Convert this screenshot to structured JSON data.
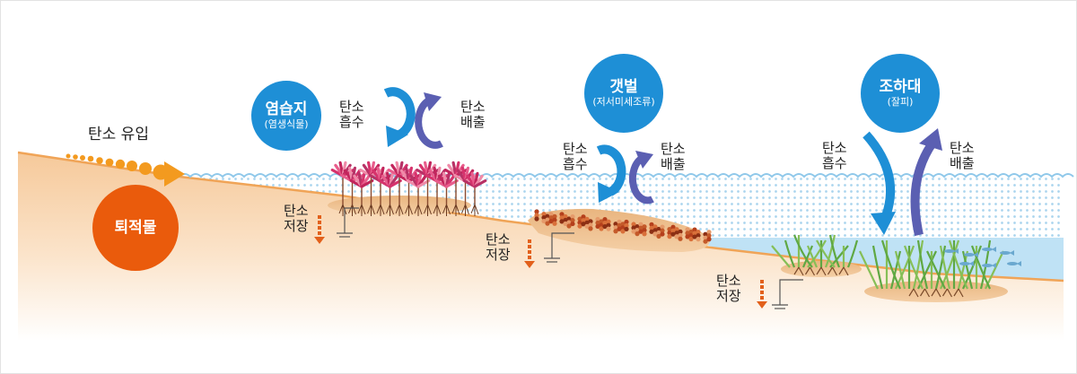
{
  "colors": {
    "sediment_orange": "#ea5b0c",
    "circle_blue": "#1e8fd6",
    "absorb_arrow": "#1e8fd6",
    "emit_arrow": "#5b5fb2",
    "storage_arrow": "#e2601b",
    "sand": "#f7d3ad",
    "water": "#bfe2f5"
  },
  "inflow": {
    "label": "탄소 유입"
  },
  "sediment": {
    "label": "퇴적물"
  },
  "zones": [
    {
      "title": "염습지",
      "subtitle": "(염생식물)",
      "absorb_label": [
        "탄소",
        "흡수"
      ],
      "emit_label": [
        "탄소",
        "배출"
      ],
      "storage_label": [
        "탄소",
        "저장"
      ]
    },
    {
      "title": "갯벌",
      "subtitle": "(저서미세조류)",
      "absorb_label": [
        "탄소",
        "흡수"
      ],
      "emit_label": [
        "탄소",
        "배출"
      ],
      "storage_label": [
        "탄소",
        "저장"
      ]
    },
    {
      "title": "조하대",
      "subtitle": "(잘피)",
      "absorb_label": [
        "탄소",
        "흡수"
      ],
      "emit_label": [
        "탄소",
        "배출"
      ],
      "storage_label": [
        "탄소",
        "저장"
      ]
    }
  ]
}
